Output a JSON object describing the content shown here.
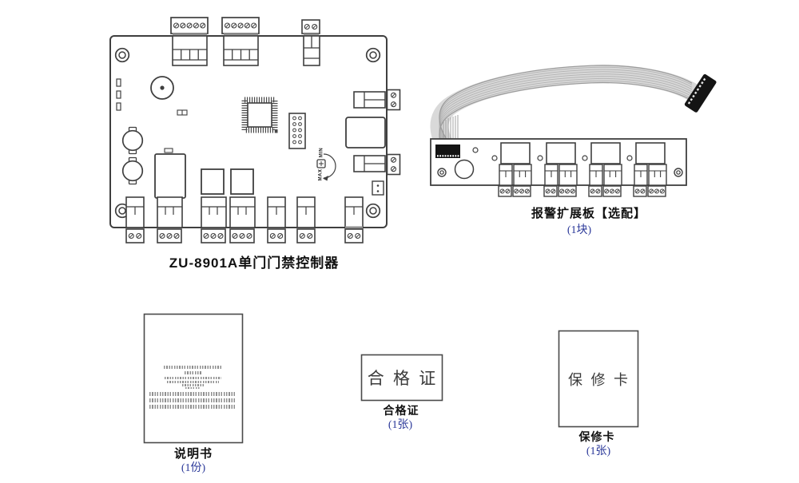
{
  "items": {
    "controller": {
      "name": "ZU-8901A单门门禁控制器"
    },
    "expansion_board": {
      "name": "报警扩展板【选配】",
      "quantity": "(1块)"
    },
    "manual": {
      "name": "说明书",
      "quantity": "(1份)"
    },
    "certificate": {
      "name": "合格证",
      "quantity": "(1张)",
      "card_text": "合 格 证"
    },
    "warranty_card": {
      "name": "保修卡",
      "quantity": "(1张)",
      "card_text": "保 修 卡"
    }
  },
  "board_markings": {
    "min": "MIN",
    "max": "MAX"
  },
  "colors": {
    "outline": "#3f3f3f",
    "item_label": "#111111",
    "quantity_label": "#2c3a9a",
    "cable": "#d9d9d9",
    "connector": "#141414",
    "background": "#ffffff"
  }
}
